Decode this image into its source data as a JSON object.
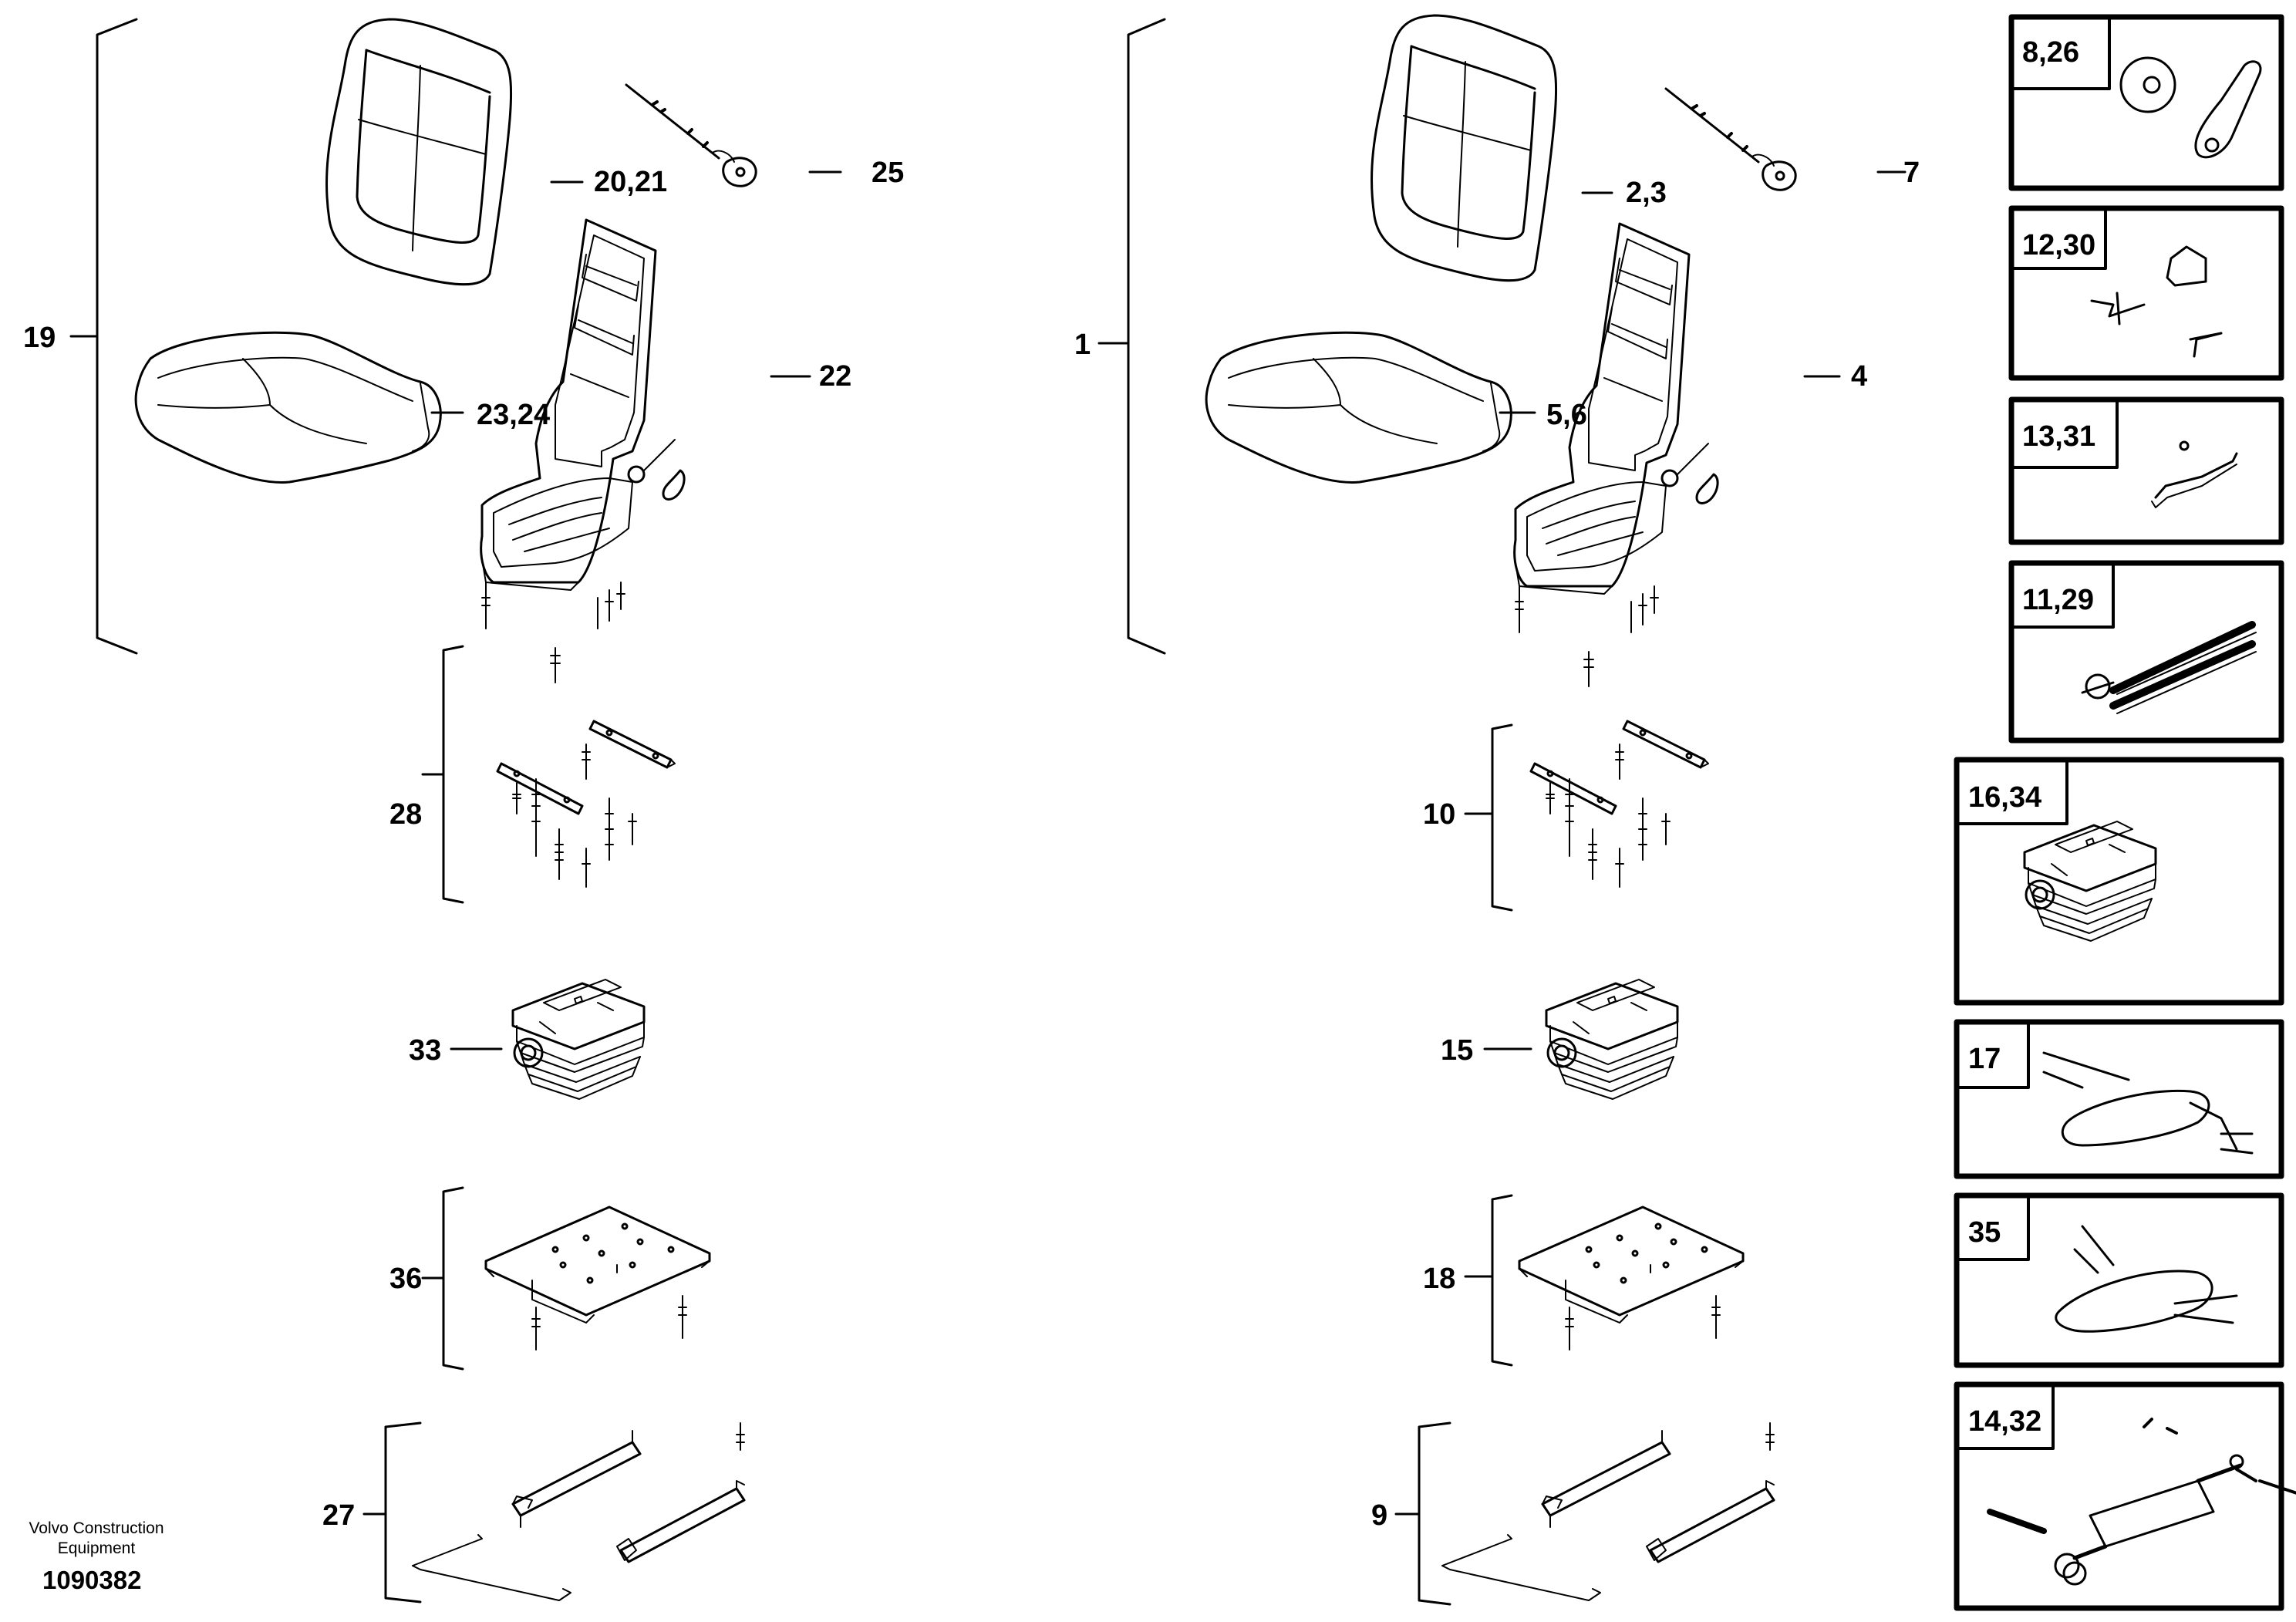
{
  "labels": {
    "left_assembly": "19",
    "left_backrest": "20,21",
    "left_knob_rod": "25",
    "left_frame": "22",
    "left_cushion": "23,24",
    "left_bracket": "28",
    "left_suspension": "33",
    "left_plate": "36",
    "left_rails": "27",
    "right_assembly": "1",
    "right_backrest": "2,3",
    "right_knob_rod": "7",
    "right_frame": "4",
    "right_cushion": "5,6",
    "right_bracket": "10",
    "right_suspension": "15",
    "right_plate": "18",
    "right_rails": "9"
  },
  "boxes": [
    {
      "label": "8,26"
    },
    {
      "label": "12,30"
    },
    {
      "label": "13,31"
    },
    {
      "label": "11,29"
    },
    {
      "label": "16,34"
    },
    {
      "label": "17"
    },
    {
      "label": "35"
    },
    {
      "label": "14,32"
    }
  ],
  "footer": {
    "brand_line1": "Volvo Construction",
    "brand_line2": "Equipment",
    "doc_number": "1090382"
  }
}
